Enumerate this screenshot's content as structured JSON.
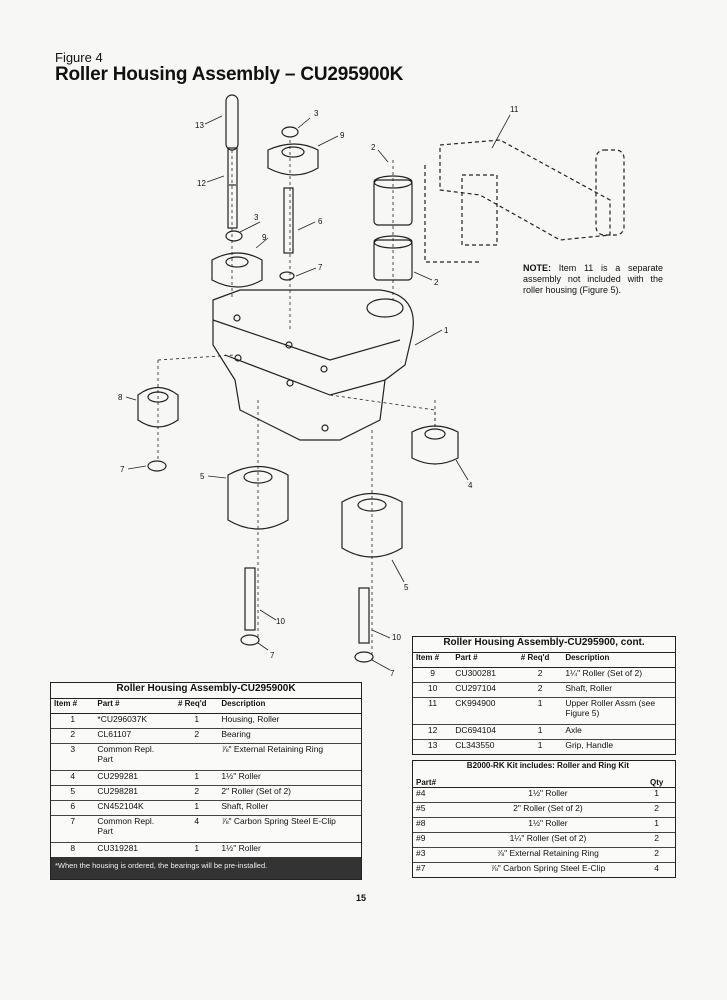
{
  "figure": {
    "label": "Figure 4",
    "title": "Roller Housing Assembly – CU295900K"
  },
  "callouts": [
    "13",
    "3",
    "9",
    "12",
    "3",
    "6",
    "9",
    "7",
    "2",
    "11",
    "2",
    "1",
    "8",
    "7",
    "5",
    "4",
    "5",
    "10",
    "7",
    "10",
    "7"
  ],
  "note": {
    "label": "NOTE:",
    "text": "Item 11 is a separate assembly not included with the roller housing (Figure 5)."
  },
  "parts_table": {
    "title": "Roller Housing Assembly-CU295900K",
    "headers": [
      "Item #",
      "Part #",
      "# Req'd",
      "Description"
    ],
    "rows": [
      [
        "1",
        "*CU296037K",
        "1",
        "Housing, Roller"
      ],
      [
        "2",
        "CL61107",
        "2",
        "Bearing"
      ],
      [
        "3",
        "Common Repl. Part",
        "",
        "⅞\" External Retaining Ring"
      ],
      [
        "4",
        "CU299281",
        "1",
        "1½\" Roller"
      ],
      [
        "5",
        "CU298281",
        "2",
        "2\" Roller (Set of 2)"
      ],
      [
        "6",
        "CN452104K",
        "1",
        "Shaft, Roller"
      ],
      [
        "7",
        "Common Repl. Part",
        "4",
        "⅞\" Carbon Spring Steel E-Clip"
      ],
      [
        "8",
        "CU319281",
        "1",
        "1½\" Roller"
      ]
    ],
    "footnote": "*When the housing is ordered, the bearings will be pre-installed."
  },
  "parts_table_cont": {
    "title": "Roller Housing Assembly-CU295900, cont.",
    "headers": [
      "Item #",
      "Part #",
      "# Req'd",
      "Description"
    ],
    "rows": [
      [
        "9",
        "CU300281",
        "2",
        "1¼\" Roller (Set of 2)"
      ],
      [
        "10",
        "CU297104",
        "2",
        "Shaft, Roller"
      ],
      [
        "11",
        "CK994900",
        "1",
        "Upper Roller Assm (see Figure 5)"
      ],
      [
        "12",
        "DC694104",
        "1",
        "Axle"
      ],
      [
        "13",
        "CL343550",
        "1",
        "Grip, Handle"
      ]
    ]
  },
  "kit_table": {
    "title": "B2000-RK Kit includes: Roller and Ring Kit",
    "headers": [
      "Part#",
      "",
      "Qty"
    ],
    "rows": [
      [
        "#4",
        "1½\" Roller",
        "1"
      ],
      [
        "#5",
        "2\" Roller (Set of 2)",
        "2"
      ],
      [
        "#8",
        "1½\" Roller",
        "1"
      ],
      [
        "#9",
        "1¼\" Roller (Set of 2)",
        "2"
      ],
      [
        "#3",
        "⅞\" External Retaining Ring",
        "2"
      ],
      [
        "#7",
        "⅞\" Carbon Spring Steel E-Clip",
        "4"
      ]
    ]
  },
  "page_number": "15"
}
